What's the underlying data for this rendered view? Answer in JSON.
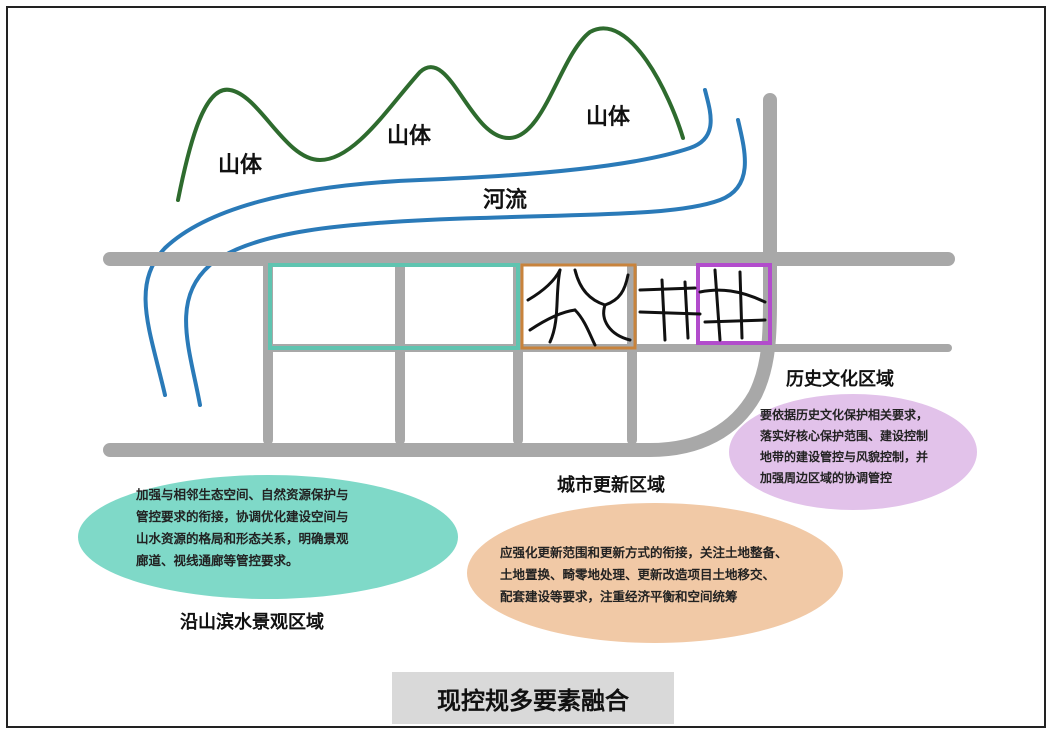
{
  "labels": {
    "mountain_1": "山体",
    "mountain_2": "山体",
    "mountain_3": "山体",
    "river": "河流",
    "historic_title": "历史文化区域",
    "urban_title": "城市更新区域",
    "waterfront_title": "沿山滨水景观区域"
  },
  "historic": {
    "lines": [
      "要依据历史文化保护相关要求，",
      "落实好核心保护范围、建设控制",
      "地带的建设管控与风貌控制，并",
      "加强周边区域的协调管控"
    ]
  },
  "waterfront": {
    "lines": [
      "加强与相邻生态空间、自然资源保护与",
      "管控要求的衔接，协调优化建设空间与",
      "山水资源的格局和形态关系，明确景观",
      "廊道、视线通廊等管控要求。"
    ]
  },
  "urban": {
    "lines": [
      "应强化更新范围和更新方式的衔接，关注土地整备、",
      "土地置换、畸零地处理、更新改造项目土地移交、",
      "配套建设等要求，注重经济平衡和空间统筹"
    ]
  },
  "caption": "现控规多要素融合",
  "colors": {
    "mountain": "#2e6b2e",
    "river": "#2a7ab8",
    "road": "#a8a8a8",
    "teal_outline": "#5fc4b0",
    "orange_outline": "#c8833c",
    "purple_outline": "#b24ccc",
    "waterfront_fill": "#7fd9c8",
    "urban_fill": "#f1c9a6",
    "historic_fill": "#e2c2ea"
  }
}
